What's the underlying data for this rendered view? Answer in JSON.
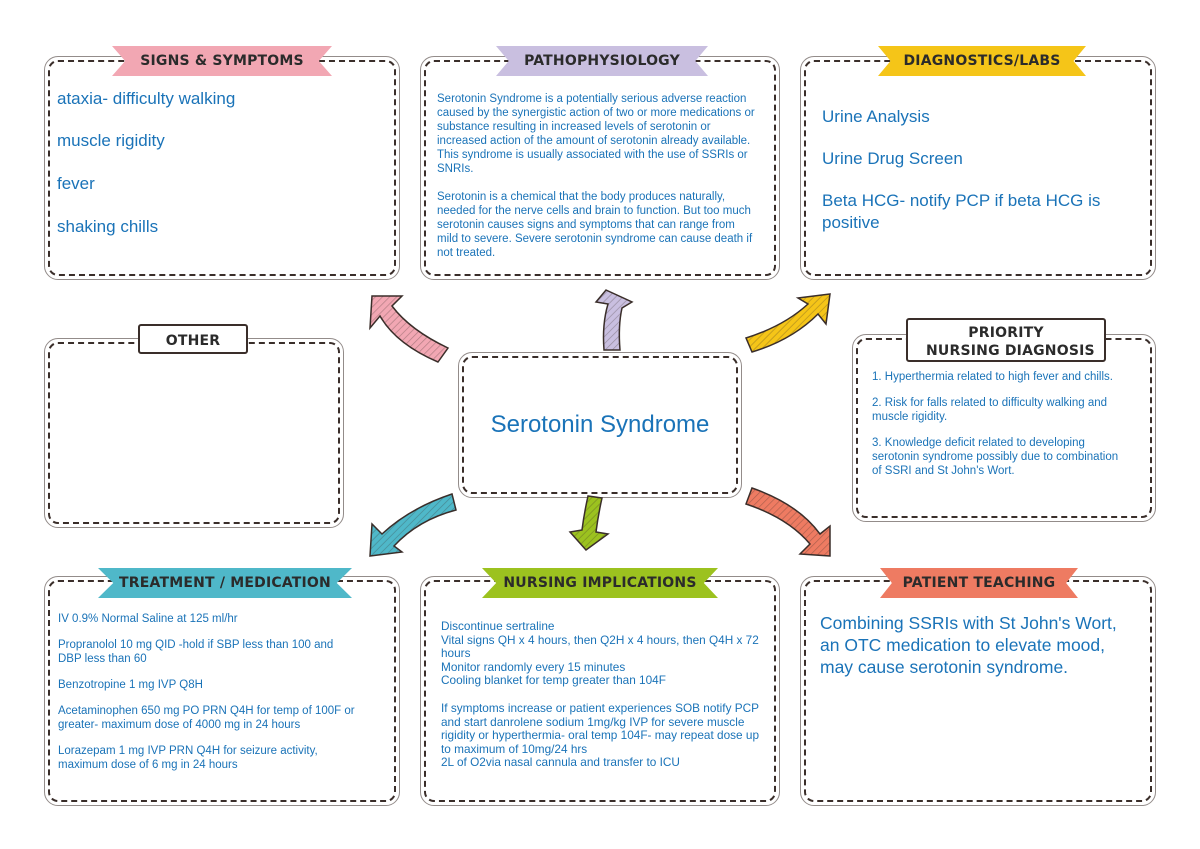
{
  "center": {
    "title": "Serotonin Syndrome"
  },
  "signs": {
    "header": "SIGNS & SYMPTOMS",
    "items": [
      "ataxia- difficulty walking",
      "muscle rigidity",
      "fever",
      "shaking chills"
    ]
  },
  "patho": {
    "header": "PATHOPHYSIOLOGY",
    "p1": "Serotonin Syndrome is a potentially serious adverse reaction caused by the synergistic action of two or more medications or substance resulting in increased levels of serotonin or increased action of the amount of serotonin already available. This syndrome is usually associated with the use of SSRIs or SNRIs.",
    "p2": "Serotonin is a chemical that the body produces naturally, needed for the nerve cells and brain to function. But too much serotonin causes signs and symptoms that can range from mild to severe. Severe serotonin syndrome can cause death if not treated."
  },
  "diag": {
    "header": "DIAGNOSTICS/LABS",
    "items": [
      "Urine Analysis",
      "Urine Drug Screen",
      "Beta HCG- notify PCP if beta HCG is positive"
    ]
  },
  "other": {
    "header": "OTHER"
  },
  "priority": {
    "header_line1": "PRIORITY",
    "header_line2": "NURSING DIAGNOSIS",
    "items": [
      "1. Hyperthermia related to high fever and chills.",
      "2. Risk for falls related to difficulty walking and muscle rigidity.",
      "3. Knowledge deficit related to developing serotonin syndrome possibly due to combination of SSRI and St John's Wort."
    ]
  },
  "treatment": {
    "header": "TREATMENT / MEDICATION",
    "items": [
      "IV 0.9% Normal Saline at 125 ml/hr",
      "Propranolol 10 mg QID -hold if SBP less than 100 and DBP less than 60",
      "Benzotropine 1 mg IVP Q8H",
      "Acetaminophen 650 mg PO PRN Q4H for temp of 100F or greater- maximum dose of 4000 mg in 24 hours",
      "Lorazepam 1 mg IVP PRN Q4H for seizure activity, maximum dose of 6 mg in 24 hours"
    ]
  },
  "nursing": {
    "header": "NURSING IMPLICATIONS",
    "lines_a": [
      "Discontinue sertraline",
      "Vital signs QH x 4 hours, then Q2H x 4 hours, then Q4H x 72 hours",
      "Monitor randomly every 15 minutes",
      "Cooling blanket for temp greater than 104F"
    ],
    "para_b": "If symptoms increase or patient experiences SOB notify PCP and start danrolene sodium 1mg/kg IVP for severe muscle rigidity or hyperthermia- oral temp 104F- may repeat dose up to maximum of 10mg/24 hrs",
    "line_c": "2L of O2via nasal cannula and transfer to ICU"
  },
  "teaching": {
    "header": "PATIENT TEACHING",
    "text": "Combining SSRIs with St John's Wort, an OTC medication to elevate mood, may cause serotonin syndrome."
  },
  "colors": {
    "text_blue": "#1a73b8",
    "signs_banner": "#f2a7b3",
    "patho_banner": "#c9bfe0",
    "diag_banner": "#f5c518",
    "treatment_banner": "#4fb8c9",
    "nursing_banner": "#9cc21f",
    "teaching_banner": "#ee7b62"
  }
}
